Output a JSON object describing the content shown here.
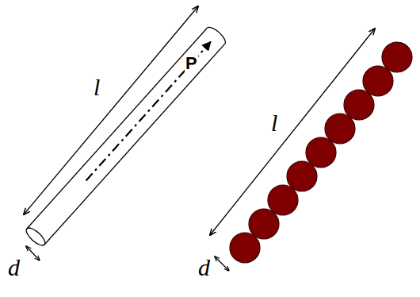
{
  "diagram": {
    "labels": [
      "l",
      "P",
      "d",
      "l",
      "d"
    ]
  }
}
